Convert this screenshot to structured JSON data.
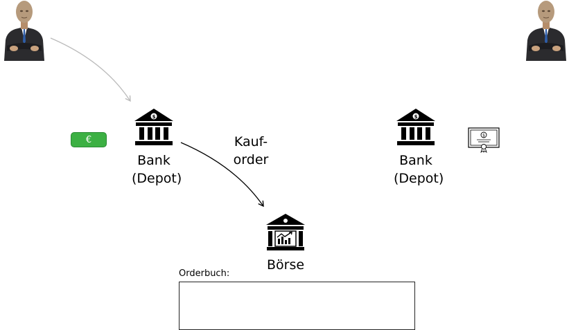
{
  "people": [
    {
      "id": "buyer",
      "icon": "person-arms-crossed-icon"
    },
    {
      "id": "seller",
      "icon": "person-arms-crossed-icon"
    }
  ],
  "banks": [
    {
      "line1": "Bank",
      "line2": "(Depot)",
      "icon": "bank-icon"
    },
    {
      "line1": "Bank",
      "line2": "(Depot)",
      "icon": "bank-icon"
    }
  ],
  "exchange": {
    "label": "Börse",
    "icon": "stock-exchange-icon"
  },
  "order_label": {
    "line1": "Kauf-",
    "line2": "order"
  },
  "euro_note": {
    "symbol": "€",
    "color": "#3cb043"
  },
  "certificate": {
    "icon": "share-certificate-icon"
  },
  "orderbook": {
    "label": "Orderbuch:"
  },
  "colors": {
    "arrow_dark": "#000000",
    "arrow_light": "#bbbbbb"
  }
}
